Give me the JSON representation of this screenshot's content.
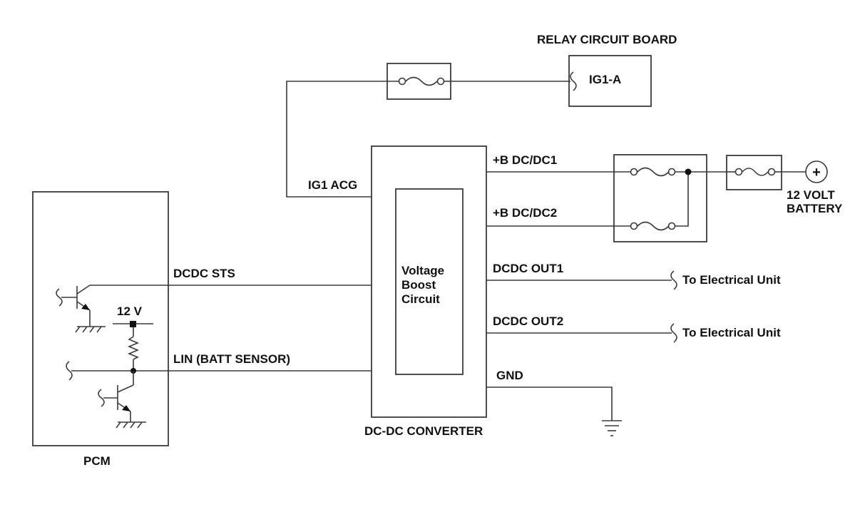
{
  "relay_board": {
    "title": "RELAY CIRCUIT BOARD",
    "terminal": "IG1-A"
  },
  "converter": {
    "name": "DC-DC CONVERTER",
    "inner": [
      "Voltage",
      "Boost",
      "Circuit"
    ],
    "pins": {
      "ig1": "IG1 ACG",
      "b1": "+B DC/DC1",
      "b2": "+B DC/DC2",
      "out1": "DCDC OUT1",
      "out2": "DCDC OUT2",
      "gnd": "GND"
    }
  },
  "battery": {
    "label_line1": "12 VOLT",
    "label_line2": "BATTERY",
    "terminal_symbol": "+"
  },
  "loads": {
    "out1": "To Electrical Unit",
    "out2": "To Electrical Unit"
  },
  "pcm": {
    "name": "PCM",
    "supply": "12 V"
  },
  "signals": {
    "sts": "DCDC STS",
    "lin": "LIN (BATT SENSOR)"
  }
}
